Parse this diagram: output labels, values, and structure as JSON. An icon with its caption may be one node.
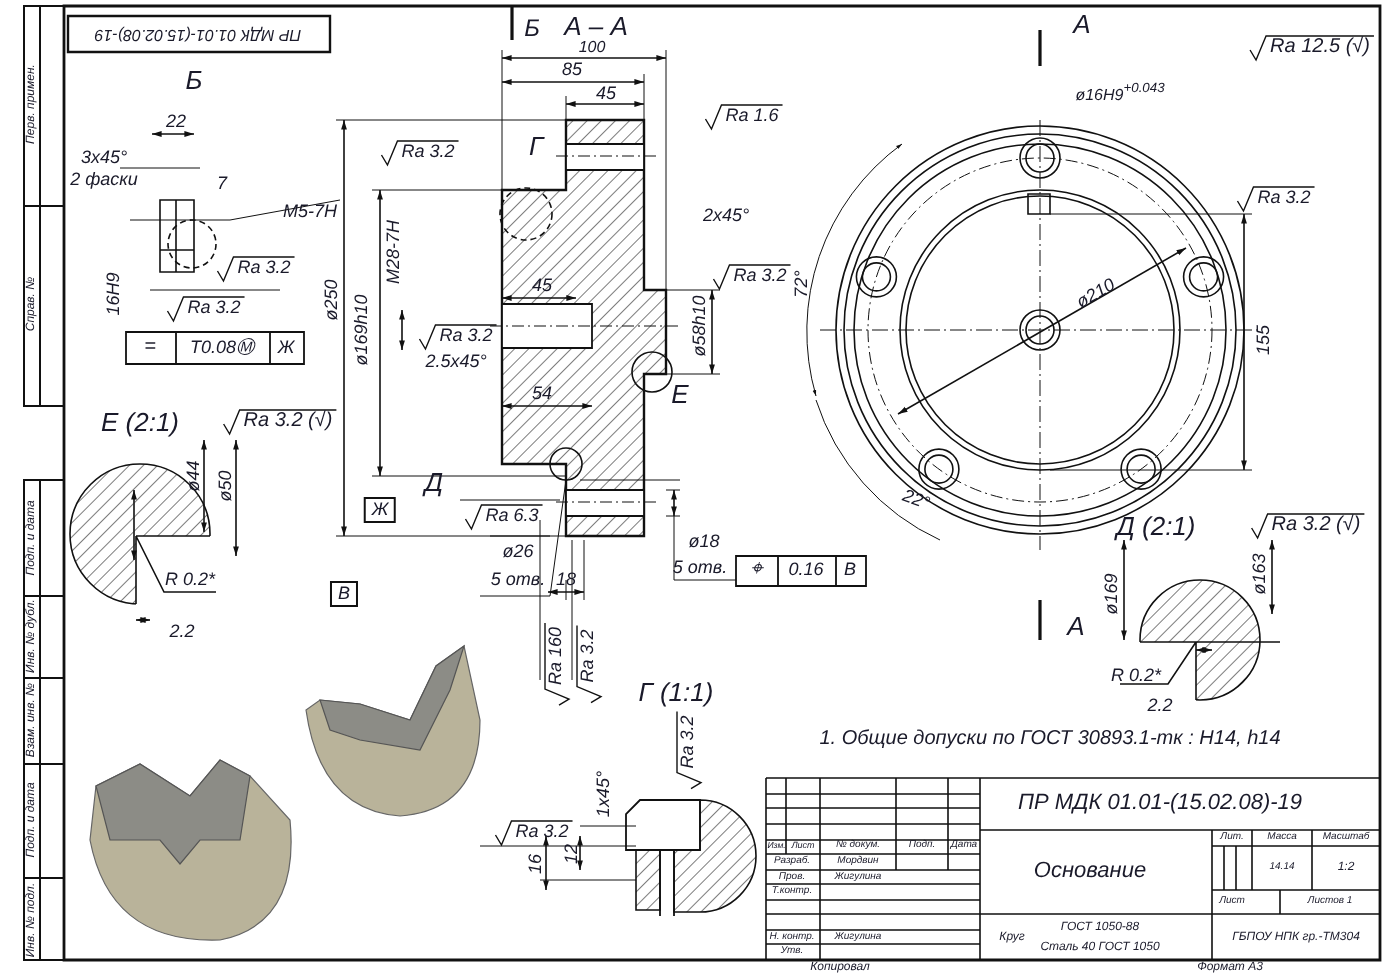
{
  "diagram": {
    "labels": [
      "ПР МДК 01.01-(15.02.08)-19",
      "Перв. примен.",
      "Справ. №",
      "Подп. и дата",
      "Инв. № дубл.",
      "Взам. инв. №",
      "Подп. и дата",
      "Инв. № подл.",
      "Б",
      "22",
      "3х45°",
      "2 фаски",
      "7",
      "М5-7Н",
      "Ra 3.2",
      "Ra 3.2",
      "16Н9",
      "=",
      "Т0.08Ⓜ",
      "Ж",
      "Б",
      "А – А",
      "100",
      "85",
      "45",
      "Ra 1.6",
      "Ra 3.2",
      "Г",
      "ø250",
      "ø169h10",
      "М28-7Н",
      "2х45°",
      "Ra 3.2",
      "ø58h10",
      "45",
      "Ra 3.2",
      "2.5х45°",
      "54",
      "Е",
      "Д",
      "Ra 6.3",
      "Ж",
      "В",
      "ø26",
      "5 отв.",
      "18",
      "ø18",
      "5 отв.",
      "⌖",
      "0.16",
      "В",
      "Ra 160",
      "Ra 3.2",
      "Г (1:1)",
      "Ra 3.2",
      "1х45°",
      "Ra 3.2",
      "12",
      "16",
      "Е (2:1)",
      "Ra 3.2 (√)",
      "ø44",
      "ø50",
      "R 0.2*",
      "2.2",
      "А",
      "Ra 12.5 (√)",
      "ø16H9$^{+0.043}$",
      "Ra 3.2",
      "72°",
      "ø210",
      "155",
      "22°",
      "А",
      "Д (2:1)",
      "Ra 3.2 (√)",
      "ø169",
      "ø163",
      "R 0.2*",
      "2.2",
      "1. Общие допуски по ГОСТ 30893.1-mк : H14, h14",
      "ПР МДК 01.01-(15.02.08)-19",
      "Изм.",
      "Лист",
      "№ докум.",
      "Подп.",
      "Дата",
      "Разраб.",
      "Мордвин",
      "Пров.",
      "Жигулина",
      "Т.контр.",
      "Н. контр.",
      "Жигулина",
      "Утв.",
      "Основание",
      "Лит.",
      "Масса",
      "Масштаб",
      "14.14",
      "1:2",
      "Лист",
      "Листов 1",
      "Круг",
      "ГОСТ 1050-88",
      "Сталь 40 ГОСТ 1050",
      "ГБПОУ НПК гр.-ТМ304",
      "Копировал",
      "Формат А3"
    ]
  }
}
